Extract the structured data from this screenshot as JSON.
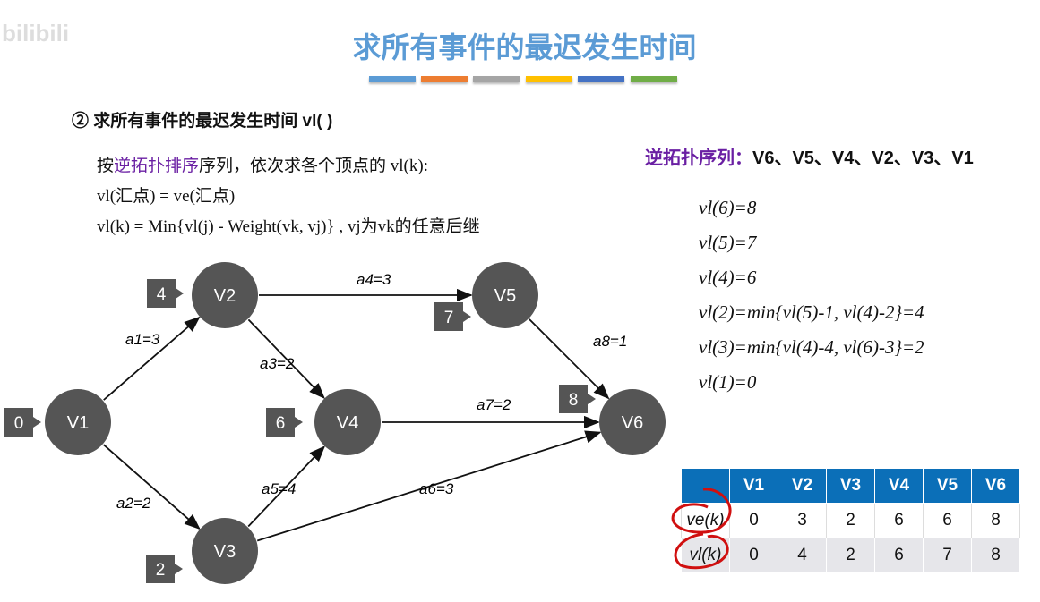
{
  "watermark": "bilibili",
  "title": "求所有事件的最迟发生时间",
  "accent_bars": [
    "#5b9bd5",
    "#ed7d31",
    "#a5a5a5",
    "#ffc000",
    "#4472c4",
    "#70ad47"
  ],
  "subtitle": "② 求所有事件的最迟发生时间 vl( )",
  "lines": {
    "l1a": "按",
    "l1b": "逆拓扑排序",
    "l1c": "序列，依次求各个顶点的 vl(k):",
    "l2": "vl(汇点) = ve(汇点)",
    "l3": "vl(k) = Min{vl(j) - Weight(vk, vj)} , vj为vk的任意后继"
  },
  "sequence": {
    "label": "逆拓扑序列：",
    "value": "V6、V5、V4、V2、V3、V1"
  },
  "results": [
    "vl(6)=8",
    "vl(5)=7",
    "vl(4)=6",
    "vl(2)=min{vl(5)-1, vl(4)-2}=4",
    "vl(3)=min{vl(4)-4, vl(6)-3}=2",
    "vl(1)=0"
  ],
  "graph": {
    "nodes": [
      {
        "id": "V1",
        "vl": "0"
      },
      {
        "id": "V2",
        "vl": "4"
      },
      {
        "id": "V3",
        "vl": "2"
      },
      {
        "id": "V4",
        "vl": "6"
      },
      {
        "id": "V5",
        "vl": "7"
      },
      {
        "id": "V6",
        "vl": "8"
      }
    ],
    "edges": [
      {
        "from": "V1",
        "to": "V2",
        "label": "a1=3"
      },
      {
        "from": "V1",
        "to": "V3",
        "label": "a2=2"
      },
      {
        "from": "V2",
        "to": "V4",
        "label": "a3=2"
      },
      {
        "from": "V2",
        "to": "V5",
        "label": "a4=3"
      },
      {
        "from": "V3",
        "to": "V4",
        "label": "a5=4"
      },
      {
        "from": "V3",
        "to": "V6",
        "label": "a6=3"
      },
      {
        "from": "V4",
        "to": "V6",
        "label": "a7=2"
      },
      {
        "from": "V5",
        "to": "V6",
        "label": "a8=1"
      }
    ]
  },
  "table": {
    "headers": [
      "",
      "V1",
      "V2",
      "V3",
      "V4",
      "V5",
      "V6"
    ],
    "rows": [
      {
        "label": "ve(k)",
        "values": [
          "0",
          "3",
          "2",
          "6",
          "6",
          "8"
        ]
      },
      {
        "label": "vl(k)",
        "values": [
          "0",
          "4",
          "2",
          "6",
          "7",
          "8"
        ]
      }
    ]
  }
}
